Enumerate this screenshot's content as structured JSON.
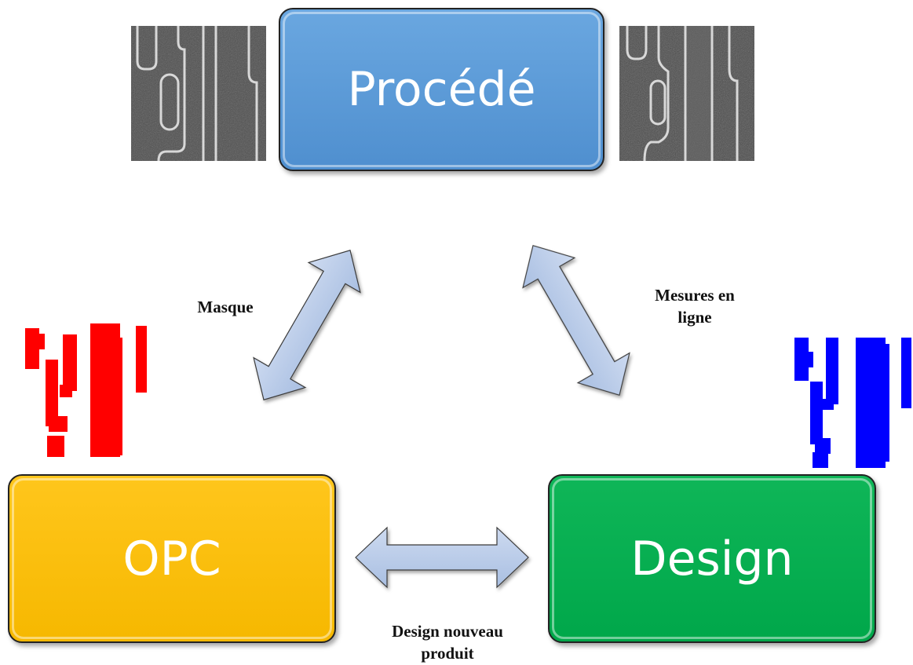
{
  "boxes": {
    "procede": {
      "label": "Procédé",
      "color": "#5b9bd5"
    },
    "opc": {
      "label": "OPC",
      "color": "#ffc000"
    },
    "design": {
      "label": "Design",
      "color": "#00b050"
    }
  },
  "edges": {
    "masque": {
      "label": "Masque"
    },
    "mesures": {
      "line1": "Mesures en",
      "line2": "ligne"
    },
    "design_nouveau": {
      "line1": "Design nouveau",
      "line2": "produit"
    }
  },
  "colors": {
    "arrow_fill": "#b4c7e7",
    "mask_red": "#ff0000",
    "mask_blue": "#0000ff"
  },
  "images": {
    "sem_left": "sem-micrograph",
    "sem_right": "sem-micrograph",
    "pattern_left": "red-layout-pattern",
    "pattern_right": "blue-layout-pattern"
  }
}
